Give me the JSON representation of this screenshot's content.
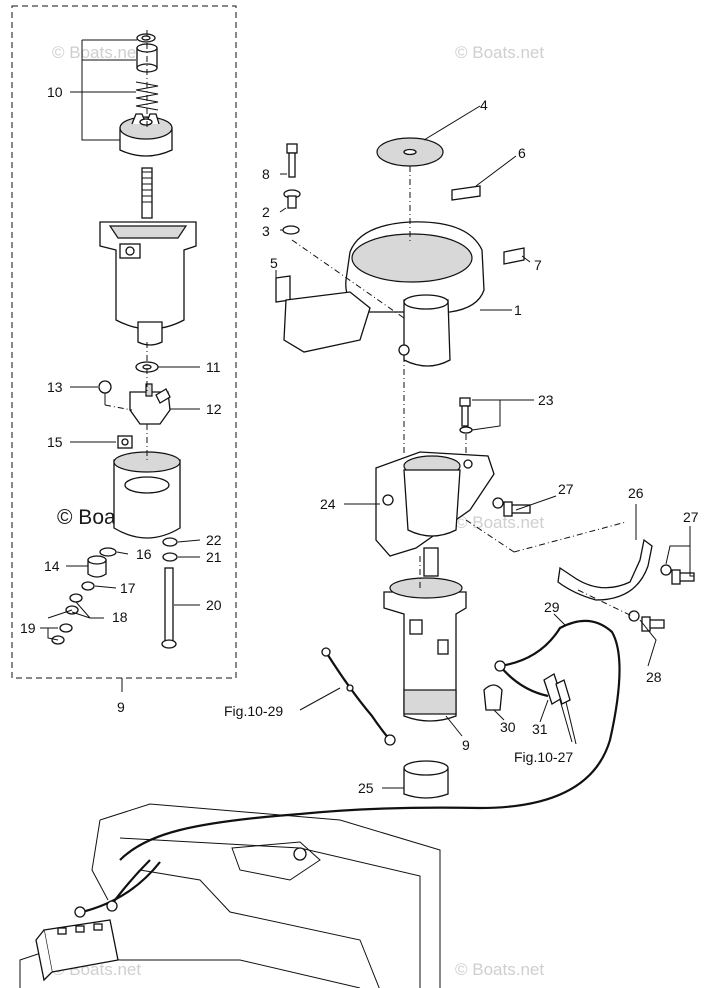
{
  "watermarks": {
    "small": "© Boats.net",
    "large": "© Boats.net"
  },
  "callouts": {
    "p1": "1",
    "p2": "2",
    "p3": "3",
    "p4": "4",
    "p5": "5",
    "p6": "6",
    "p7": "7",
    "p8": "8",
    "p9_group": "9",
    "p9": "9",
    "p10": "10",
    "p11": "11",
    "p12": "12",
    "p13": "13",
    "p14": "14",
    "p15": "15",
    "p16": "16",
    "p17": "17",
    "p18": "18",
    "p19": "19",
    "p20": "20",
    "p21": "21",
    "p22": "22",
    "p23": "23",
    "p24": "24",
    "p25": "25",
    "p26": "26",
    "p27a": "27",
    "p27b": "27",
    "p28": "28",
    "p29": "29",
    "p30": "30",
    "p31": "31"
  },
  "references": {
    "fig_10_29": "Fig.10-29",
    "fig_10_27": "Fig.10-27"
  }
}
